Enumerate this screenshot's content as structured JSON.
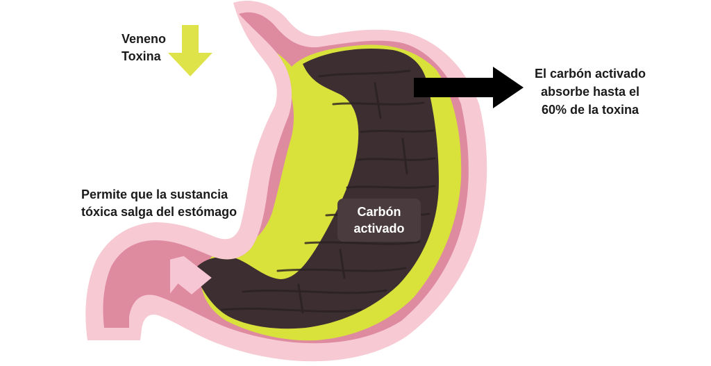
{
  "labels": {
    "poison_line1": "Veneno",
    "poison_line2": "Toxina",
    "absorbs_line1": "El carbón activado",
    "absorbs_line2": "absorbe hasta el",
    "absorbs_line3": "60% de la toxina",
    "exit_line1": "Permite que la sustancia",
    "exit_line2": "tóxica salga del estómago",
    "charcoal_line1": "Carbón",
    "charcoal_line2": "activado"
  },
  "colors": {
    "outer_wall": "#f6c9d3",
    "inner_wall": "#de8ba0",
    "toxin": "#d9e23a",
    "charcoal": "#3d2f31",
    "charcoal_texture": "#2a2022",
    "arrow_toxin": "#dfe34a",
    "arrow_absorb": "#000000",
    "arrow_exit": "#f7c6d4",
    "label_bg": "#4a3b3e"
  },
  "icons": {
    "down_arrow": "down-arrow-icon",
    "right_arrow": "right-arrow-icon",
    "exit_arrow": "exit-arrow-icon"
  }
}
